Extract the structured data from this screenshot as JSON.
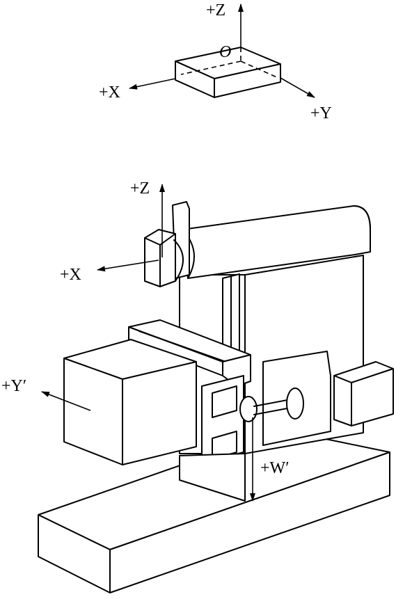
{
  "workpiece_axes": {
    "z_label": "+Z",
    "origin_label": "O",
    "x_label": "+X",
    "y_label": "+Y"
  },
  "machine_axes": {
    "z_label": "+Z",
    "x_label": "+X",
    "y_prime_label": "+Y′",
    "w_prime_label": "+W′"
  }
}
